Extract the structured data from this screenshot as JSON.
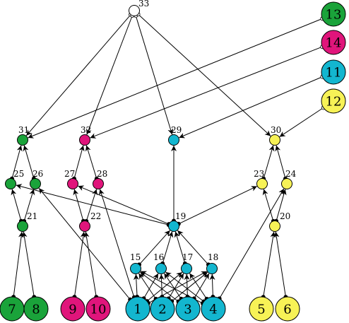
{
  "colors": {
    "green": "#1aa33a",
    "magenta": "#e0157b",
    "cyan": "#13b6cf",
    "yellow": "#f7f256",
    "white": "#ffffff"
  },
  "nodes": [
    {
      "id": "33",
      "label": "33",
      "color": "white",
      "size": "small"
    },
    {
      "id": "13",
      "label": "13",
      "color": "green",
      "size": "big"
    },
    {
      "id": "14",
      "label": "14",
      "color": "magenta",
      "size": "big"
    },
    {
      "id": "11",
      "label": "11",
      "color": "cyan",
      "size": "big"
    },
    {
      "id": "12",
      "label": "12",
      "color": "yellow",
      "size": "big"
    },
    {
      "id": "31",
      "label": "31",
      "color": "green",
      "size": "small"
    },
    {
      "id": "32",
      "label": "32",
      "color": "magenta",
      "size": "small"
    },
    {
      "id": "29",
      "label": "29",
      "color": "cyan",
      "size": "small"
    },
    {
      "id": "30",
      "label": "30",
      "color": "yellow",
      "size": "small"
    },
    {
      "id": "25",
      "label": "25",
      "color": "green",
      "size": "small"
    },
    {
      "id": "26",
      "label": "26",
      "color": "green",
      "size": "small"
    },
    {
      "id": "27",
      "label": "27",
      "color": "magenta",
      "size": "small"
    },
    {
      "id": "28",
      "label": "28",
      "color": "magenta",
      "size": "small"
    },
    {
      "id": "23",
      "label": "23",
      "color": "yellow",
      "size": "small"
    },
    {
      "id": "24",
      "label": "24",
      "color": "yellow",
      "size": "small"
    },
    {
      "id": "21",
      "label": "21",
      "color": "green",
      "size": "small"
    },
    {
      "id": "22",
      "label": "22",
      "color": "magenta",
      "size": "small"
    },
    {
      "id": "19",
      "label": "19",
      "color": "cyan",
      "size": "small"
    },
    {
      "id": "20",
      "label": "20",
      "color": "yellow",
      "size": "small"
    },
    {
      "id": "15",
      "label": "15",
      "color": "cyan",
      "size": "small"
    },
    {
      "id": "16",
      "label": "16",
      "color": "cyan",
      "size": "small"
    },
    {
      "id": "17",
      "label": "17",
      "color": "cyan",
      "size": "small"
    },
    {
      "id": "18",
      "label": "18",
      "color": "cyan",
      "size": "small"
    },
    {
      "id": "7",
      "label": "7",
      "color": "green",
      "size": "big"
    },
    {
      "id": "8",
      "label": "8",
      "color": "green",
      "size": "big"
    },
    {
      "id": "9",
      "label": "9",
      "color": "magenta",
      "size": "big"
    },
    {
      "id": "10",
      "label": "10",
      "color": "magenta",
      "size": "big"
    },
    {
      "id": "1",
      "label": "1",
      "color": "cyan",
      "size": "big"
    },
    {
      "id": "2",
      "label": "2",
      "color": "cyan",
      "size": "big"
    },
    {
      "id": "3",
      "label": "3",
      "color": "cyan",
      "size": "big"
    },
    {
      "id": "4",
      "label": "4",
      "color": "cyan",
      "size": "big"
    },
    {
      "id": "5",
      "label": "5",
      "color": "yellow",
      "size": "big"
    },
    {
      "id": "6",
      "label": "6",
      "color": "yellow",
      "size": "big"
    }
  ],
  "edges": [
    {
      "from": "7",
      "to": "21"
    },
    {
      "from": "8",
      "to": "21"
    },
    {
      "from": "9",
      "to": "22"
    },
    {
      "from": "10",
      "to": "22"
    },
    {
      "from": "5",
      "to": "20"
    },
    {
      "from": "6",
      "to": "20"
    },
    {
      "from": "1",
      "to": "15"
    },
    {
      "from": "1",
      "to": "16"
    },
    {
      "from": "1",
      "to": "17"
    },
    {
      "from": "1",
      "to": "18"
    },
    {
      "from": "2",
      "to": "15"
    },
    {
      "from": "2",
      "to": "16"
    },
    {
      "from": "2",
      "to": "17"
    },
    {
      "from": "2",
      "to": "18"
    },
    {
      "from": "3",
      "to": "15"
    },
    {
      "from": "3",
      "to": "16"
    },
    {
      "from": "3",
      "to": "17"
    },
    {
      "from": "3",
      "to": "18"
    },
    {
      "from": "4",
      "to": "15"
    },
    {
      "from": "4",
      "to": "16"
    },
    {
      "from": "4",
      "to": "17"
    },
    {
      "from": "4",
      "to": "18"
    },
    {
      "from": "1",
      "to": "26"
    },
    {
      "from": "1",
      "to": "28"
    },
    {
      "from": "4",
      "to": "24"
    },
    {
      "from": "15",
      "to": "19"
    },
    {
      "from": "16",
      "to": "19"
    },
    {
      "from": "17",
      "to": "19"
    },
    {
      "from": "18",
      "to": "19"
    },
    {
      "from": "21",
      "to": "25"
    },
    {
      "from": "21",
      "to": "26"
    },
    {
      "from": "22",
      "to": "27"
    },
    {
      "from": "22",
      "to": "28"
    },
    {
      "from": "20",
      "to": "23"
    },
    {
      "from": "20",
      "to": "24"
    },
    {
      "from": "19",
      "to": "25"
    },
    {
      "from": "19",
      "to": "27"
    },
    {
      "from": "19",
      "to": "23"
    },
    {
      "from": "19",
      "to": "29"
    },
    {
      "from": "25",
      "to": "31"
    },
    {
      "from": "26",
      "to": "31"
    },
    {
      "from": "27",
      "to": "32"
    },
    {
      "from": "28",
      "to": "32"
    },
    {
      "from": "23",
      "to": "30"
    },
    {
      "from": "24",
      "to": "30"
    },
    {
      "from": "13",
      "to": "31"
    },
    {
      "from": "14",
      "to": "32"
    },
    {
      "from": "11",
      "to": "29"
    },
    {
      "from": "12",
      "to": "30"
    },
    {
      "from": "33",
      "to": "31"
    },
    {
      "from": "33",
      "to": "32"
    },
    {
      "from": "33",
      "to": "29"
    },
    {
      "from": "33",
      "to": "30"
    }
  ]
}
